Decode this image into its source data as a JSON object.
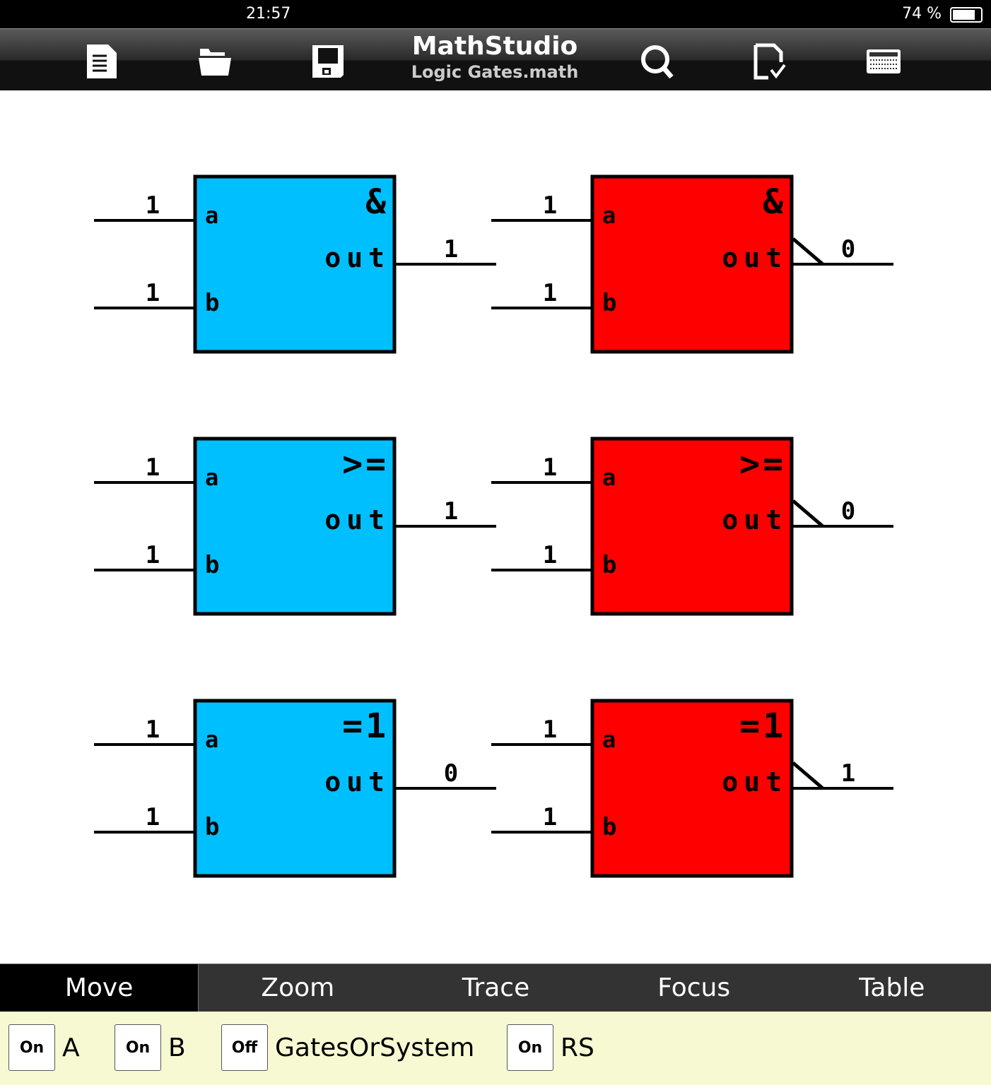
{
  "status": {
    "time": "21:57",
    "battery": "74 %",
    "battery_level": 0.74
  },
  "toolbar": {
    "app_title": "MathStudio",
    "file_name": "Logic Gates.math",
    "icons": [
      "new-document-icon",
      "open-folder-icon",
      "save-icon",
      "search-icon",
      "check-document-icon",
      "keyboard-icon"
    ]
  },
  "colors": {
    "true_gate": "#00bfff",
    "false_gate": "#ff0000"
  },
  "gates": [
    {
      "symbol": "&",
      "a": "1",
      "b": "1",
      "out": "1",
      "color": "#00bfff",
      "negated": false,
      "a_label": "a",
      "b_label": "b",
      "out_label": "out"
    },
    {
      "symbol": "&",
      "a": "1",
      "b": "1",
      "out": "0",
      "color": "#ff0000",
      "negated": true,
      "a_label": "a",
      "b_label": "b",
      "out_label": "out"
    },
    {
      "symbol": ">=",
      "a": "1",
      "b": "1",
      "out": "1",
      "color": "#00bfff",
      "negated": false,
      "a_label": "a",
      "b_label": "b",
      "out_label": "out"
    },
    {
      "symbol": ">=",
      "a": "1",
      "b": "1",
      "out": "0",
      "color": "#ff0000",
      "negated": true,
      "a_label": "a",
      "b_label": "b",
      "out_label": "out"
    },
    {
      "symbol": "=1",
      "a": "1",
      "b": "1",
      "out": "0",
      "color": "#00bfff",
      "negated": false,
      "a_label": "a",
      "b_label": "b",
      "out_label": "out"
    },
    {
      "symbol": "=1",
      "a": "1",
      "b": "1",
      "out": "1",
      "color": "#ff0000",
      "negated": true,
      "a_label": "a",
      "b_label": "b",
      "out_label": "out"
    }
  ],
  "tabs": [
    {
      "label": "Move",
      "active": true
    },
    {
      "label": "Zoom"
    },
    {
      "label": "Trace"
    },
    {
      "label": "Focus"
    },
    {
      "label": "Table"
    }
  ],
  "controls": [
    {
      "state": "On",
      "label": "A"
    },
    {
      "state": "On",
      "label": "B"
    },
    {
      "state": "Off",
      "label": "GatesOrSystem"
    },
    {
      "state": "On",
      "label": "RS"
    }
  ]
}
